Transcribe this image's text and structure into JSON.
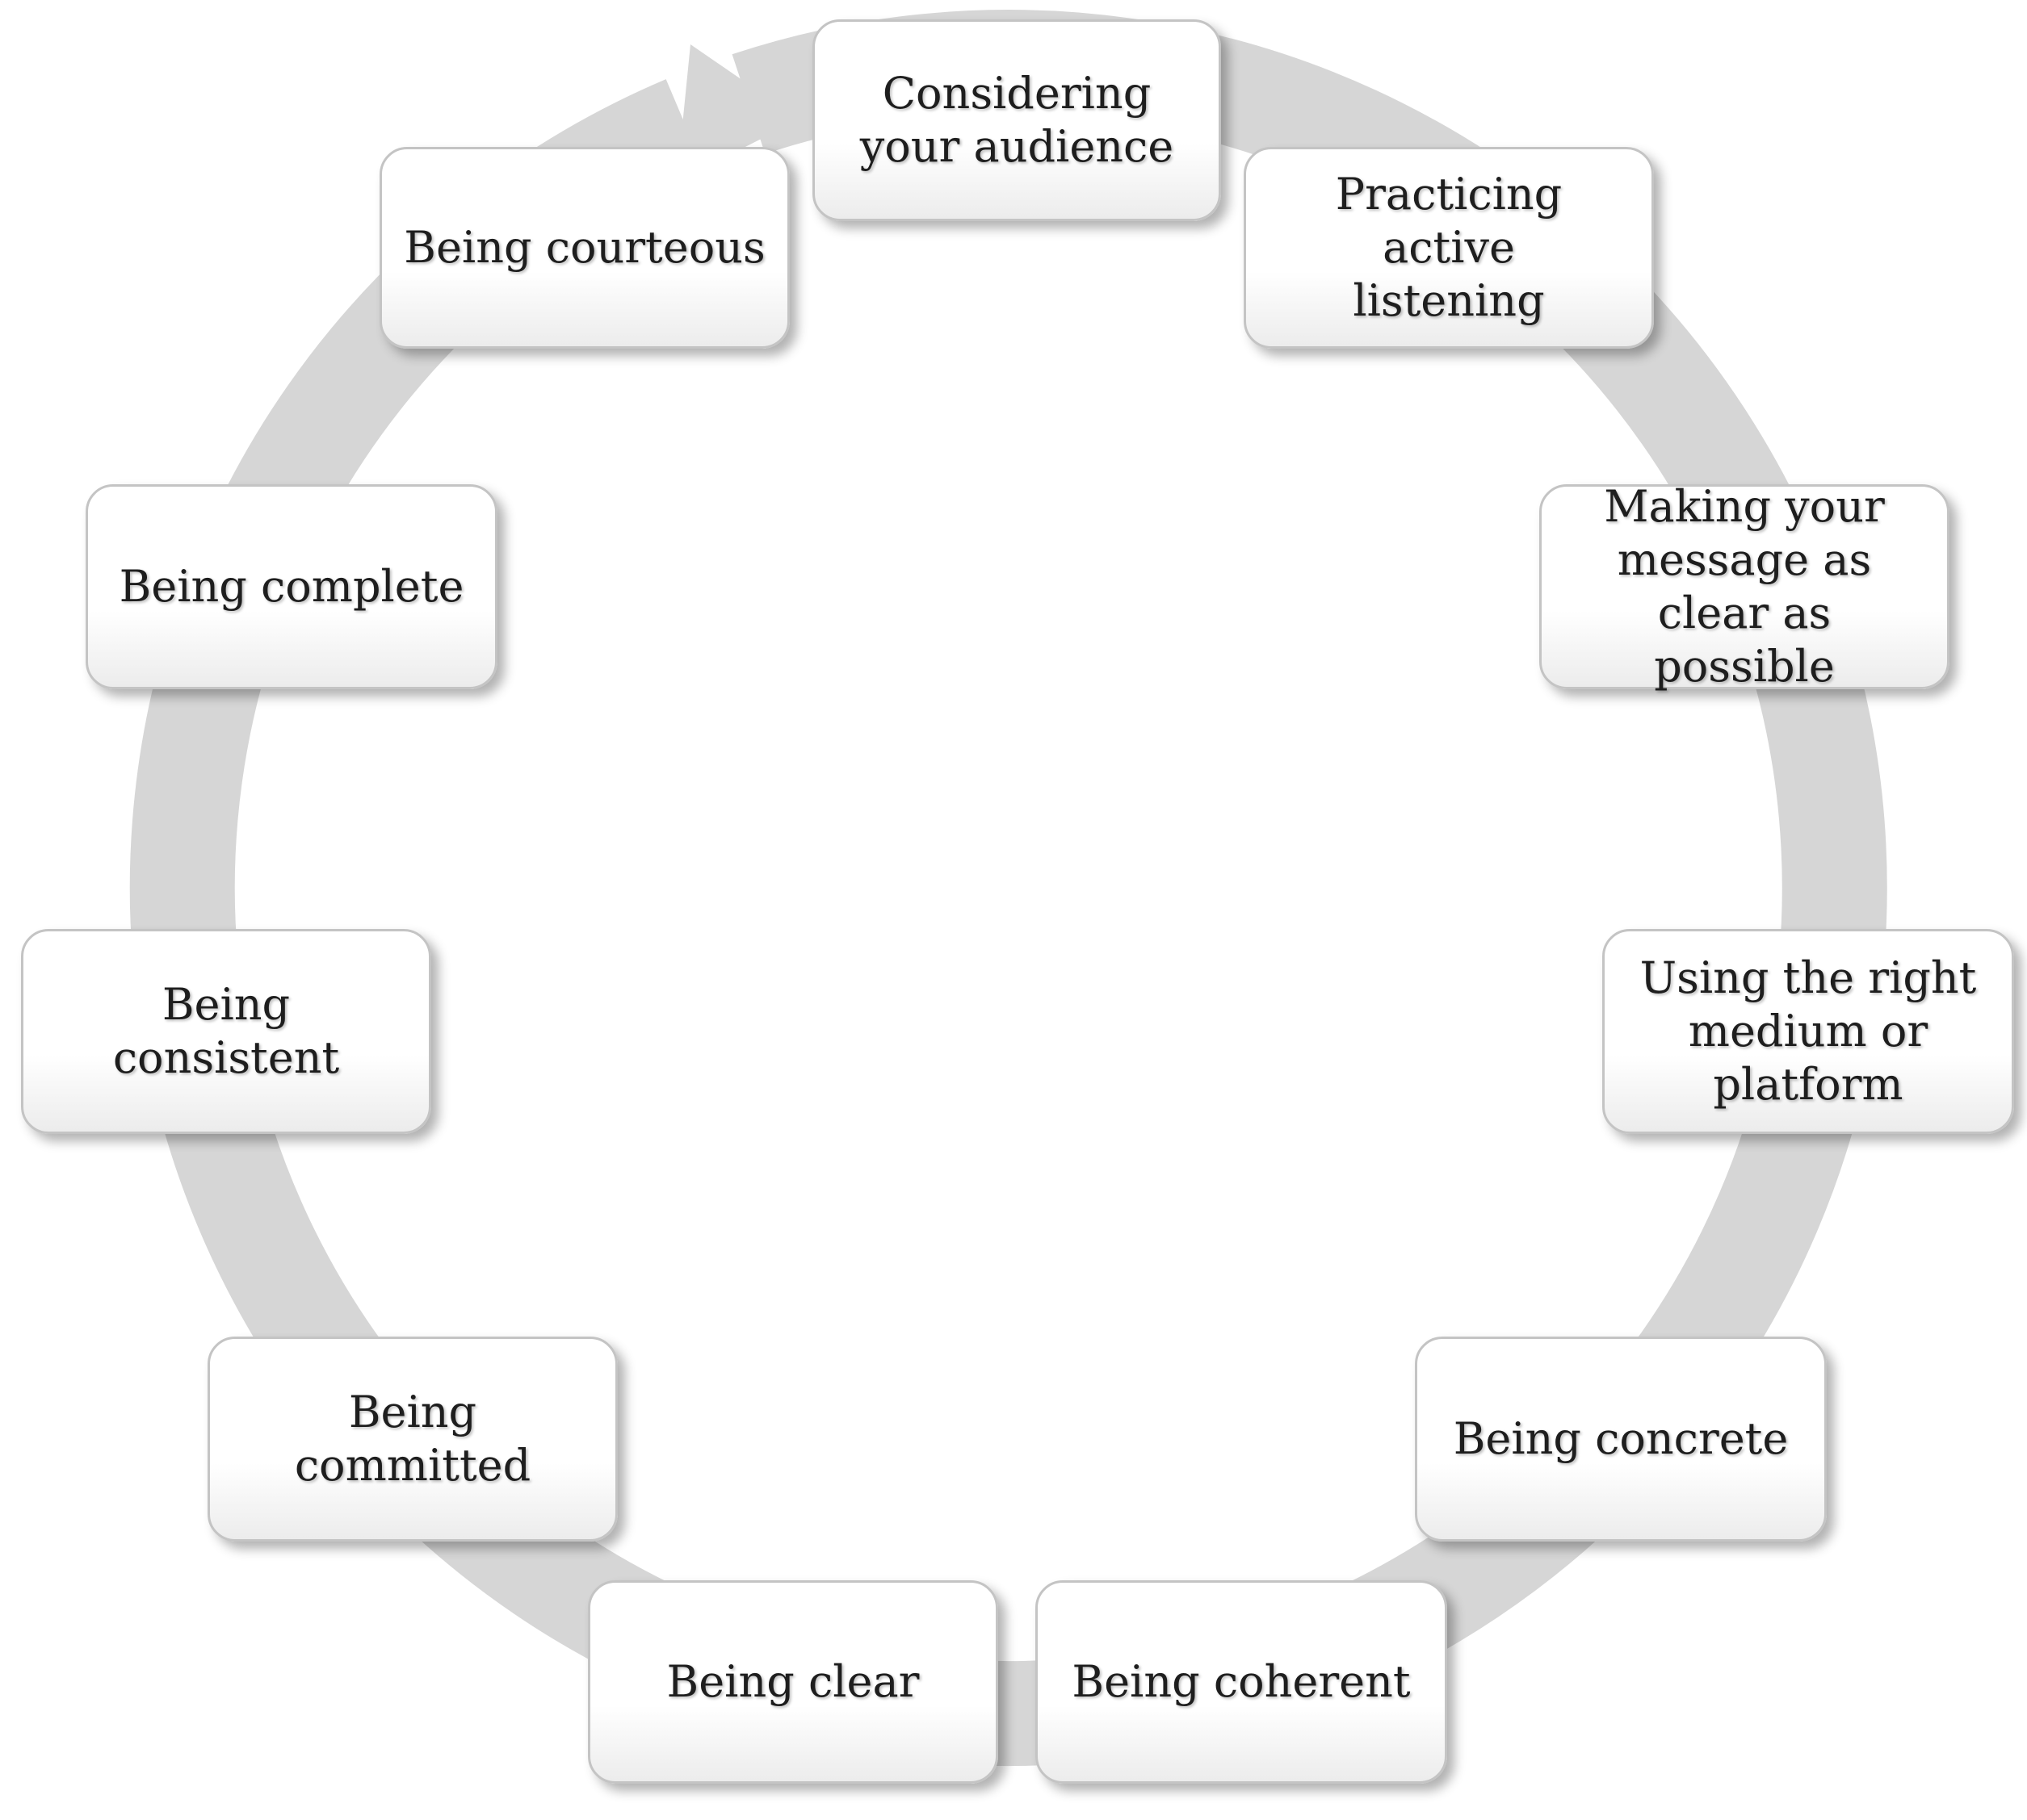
{
  "colors": {
    "ring": "#d6d6d6",
    "box_border": "#c4c4c4",
    "text": "#1e1e1e"
  },
  "steps": [
    {
      "id": "considering",
      "label": "Considering\nyour audience"
    },
    {
      "id": "active-listening",
      "label": "Practicing active\nlistening"
    },
    {
      "id": "clear-message",
      "label": "Making your\nmessage as\nclear as possible"
    },
    {
      "id": "right-medium",
      "label": "Using the right\nmedium or\nplatform"
    },
    {
      "id": "concrete",
      "label": "Being concrete"
    },
    {
      "id": "coherent",
      "label": "Being coherent"
    },
    {
      "id": "clear",
      "label": "Being clear"
    },
    {
      "id": "committed",
      "label": "Being\ncommitted"
    },
    {
      "id": "consistent",
      "label": "Being consistent"
    },
    {
      "id": "complete",
      "label": "Being complete"
    },
    {
      "id": "courteous",
      "label": "Being courteous"
    }
  ]
}
